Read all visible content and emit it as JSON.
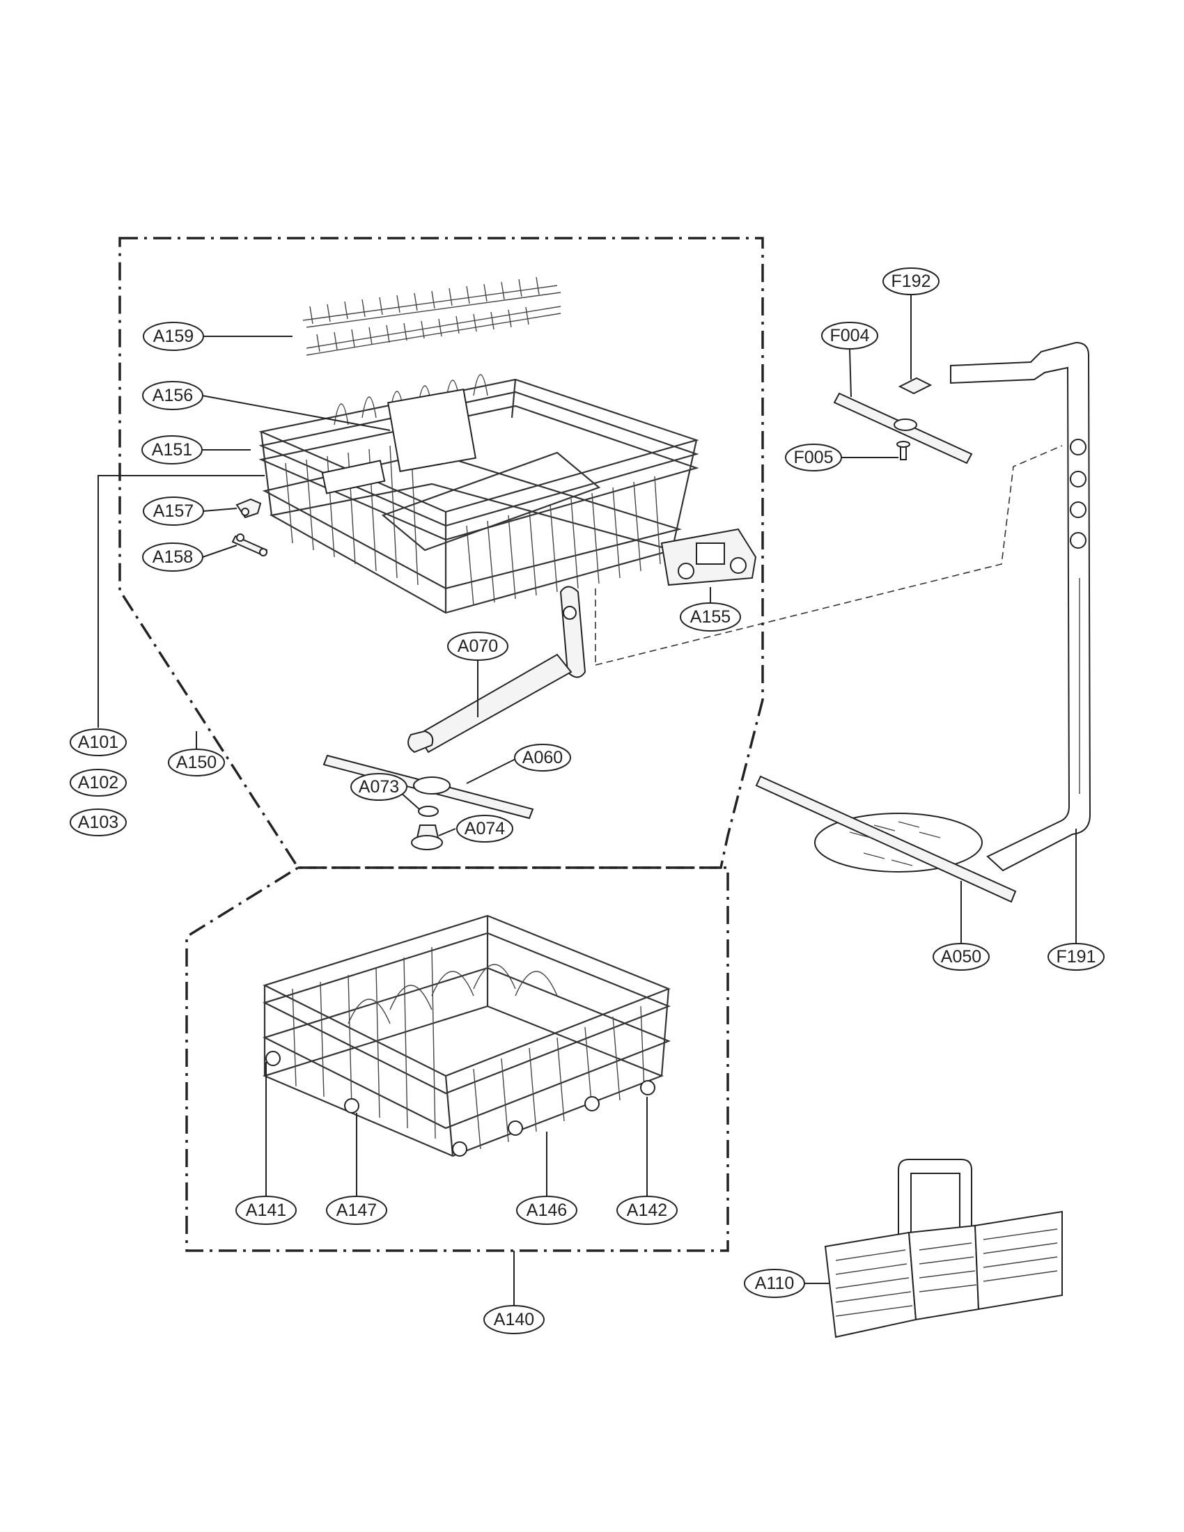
{
  "labels": {
    "A159": "A159",
    "A156": "A156",
    "A151": "A151",
    "A157": "A157",
    "A158": "A158",
    "A155": "A155",
    "A070": "A070",
    "A101": "A101",
    "A102": "A102",
    "A103": "A103",
    "A150": "A150",
    "A060": "A060",
    "A073": "A073",
    "A074": "A074",
    "F192": "F192",
    "F004": "F004",
    "F005": "F005",
    "A050": "A050",
    "F191": "F191",
    "A141": "A141",
    "A147": "A147",
    "A146": "A146",
    "A142": "A142",
    "A140": "A140",
    "A110": "A110"
  }
}
